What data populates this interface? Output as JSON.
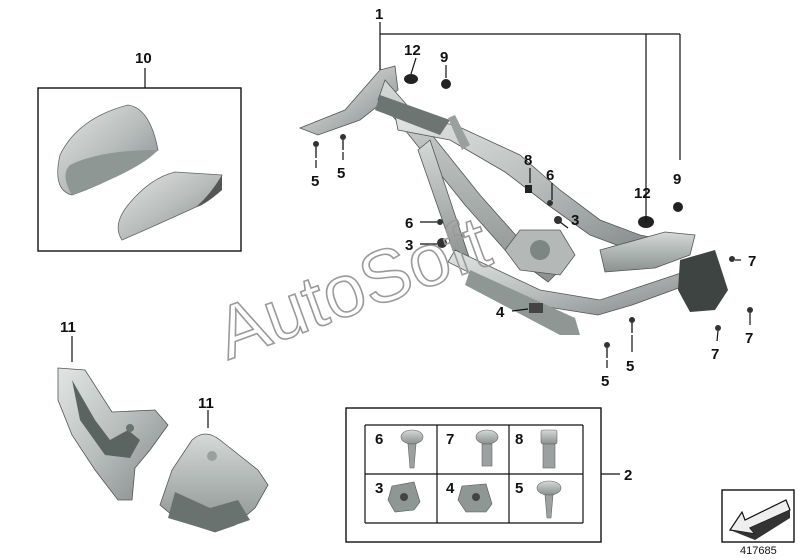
{
  "callouts": {
    "c1": "1",
    "c2": "2",
    "c3a": "3",
    "c3b": "3",
    "c4": "4",
    "c5a": "5",
    "c5b": "5",
    "c5c": "5",
    "c5d": "5",
    "c6a": "6",
    "c6b": "6",
    "c7a": "7",
    "c7b": "7",
    "c7c": "7",
    "c8": "8",
    "c9a": "9",
    "c9b": "9",
    "c10": "10",
    "c11a": "11",
    "c11b": "11",
    "c12a": "12",
    "c12b": "12"
  },
  "legend": {
    "cells": [
      "6",
      "7",
      "8",
      "3",
      "4",
      "5"
    ]
  },
  "watermark": "AutoSoft",
  "diagram_number": "417685",
  "colors": {
    "part_fill": "#c8cccb",
    "part_dark": "#7d8583",
    "line": "#111111",
    "watermark": "#9a9a9a"
  }
}
